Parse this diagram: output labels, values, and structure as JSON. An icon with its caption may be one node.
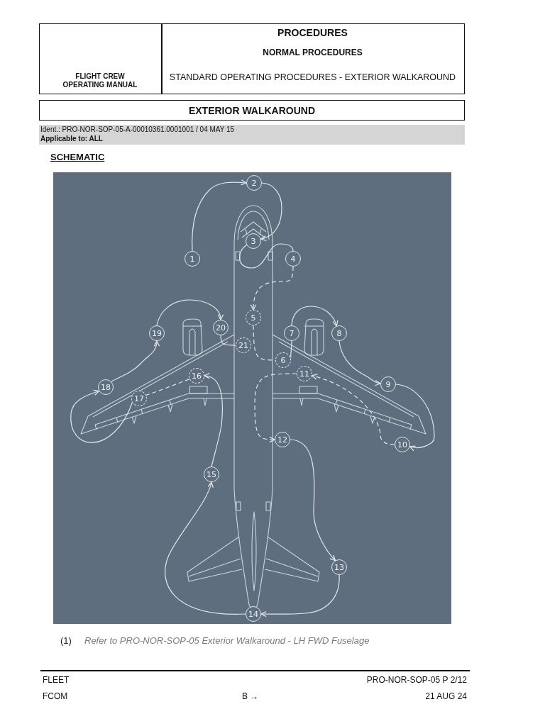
{
  "diagram": {
    "title": "EXTERIOR WALKAROUND",
    "nodes": [
      {
        "text": [
          "1"
        ]
      },
      {
        "text": [
          "2"
        ]
      },
      {
        "text": [
          "3"
        ]
      },
      {
        "text": [
          "4"
        ]
      },
      {
        "text": [
          "5"
        ]
      },
      {
        "text": [
          "6"
        ]
      },
      {
        "text": [
          "7"
        ]
      },
      {
        "text": [
          "8"
        ]
      },
      {
        "text": [
          "9"
        ]
      },
      {
        "text": [
          "10"
        ]
      },
      {
        "text": [
          "11"
        ]
      },
      {
        "text": [
          "12"
        ]
      },
      {
        "text": [
          "13"
        ]
      },
      {
        "text": [
          "14"
        ]
      },
      {
        "text": [
          "15"
        ]
      },
      {
        "text": [
          "16"
        ]
      },
      {
        "text": [
          "17"
        ]
      },
      {
        "text": [
          "18"
        ]
      },
      {
        "text": [
          "19"
        ]
      },
      {
        "text": [
          "20"
        ]
      },
      {
        "text": [
          "21"
        ]
      }
    ],
    "edges": [
      {
        "from": 0,
        "to": 1,
        "arrow": "to"
      },
      {
        "from": 1,
        "to": 2,
        "arrow": "to"
      },
      {
        "from": 2,
        "to": 3,
        "arrow": "none"
      },
      {
        "from": 3,
        "to": 4,
        "arrow": "to",
        "style": "dashed"
      },
      {
        "from": 4,
        "to": 5,
        "arrow": "none",
        "style": "dashed"
      },
      {
        "from": 5,
        "to": 6,
        "arrow": "none"
      },
      {
        "from": 6,
        "to": 7,
        "arrow": "to"
      },
      {
        "from": 7,
        "to": 8,
        "arrow": "to"
      },
      {
        "from": 8,
        "to": 9,
        "arrow": "to"
      },
      {
        "from": 9,
        "to": 10,
        "arrow": "to",
        "style": "dashed"
      },
      {
        "from": 10,
        "to": 11,
        "arrow": "to",
        "style": "dashed"
      },
      {
        "from": 11,
        "to": 12,
        "arrow": "to"
      },
      {
        "from": 12,
        "to": 13,
        "arrow": "to"
      },
      {
        "from": 13,
        "to": 14,
        "arrow": "to"
      },
      {
        "from": 14,
        "to": 15,
        "arrow": "to"
      },
      {
        "from": 15,
        "to": 16,
        "arrow": "none",
        "style": "dashed"
      },
      {
        "from": 16,
        "to": 17,
        "arrow": "to"
      },
      {
        "from": 17,
        "to": 18,
        "arrow": "to"
      },
      {
        "from": 18,
        "to": 19,
        "arrow": "to"
      },
      {
        "from": 19,
        "to": 20,
        "arrow": "none"
      }
    ],
    "labels": [
      "FLIGHT CREW OPERATING MANUAL",
      "PROCEDURES",
      "NORMAL PROCEDURES",
      "STANDARD OPERATING PROCEDURES - EXTERIOR WALKAROUND",
      "Ident.: PRO-NOR-SOP-05-A-00010361.0001001 / 04 MAY 15",
      "Applicable to: ALL",
      "SCHEMATIC",
      "(1)",
      "Refer to PRO-NOR-SOP-05 Exterior Walkaround - LH FWD Fuselage",
      "FLEET",
      "PRO-NOR-SOP-05 P 2/12",
      "FCOM",
      "B →",
      "21 AUG 24"
    ]
  }
}
